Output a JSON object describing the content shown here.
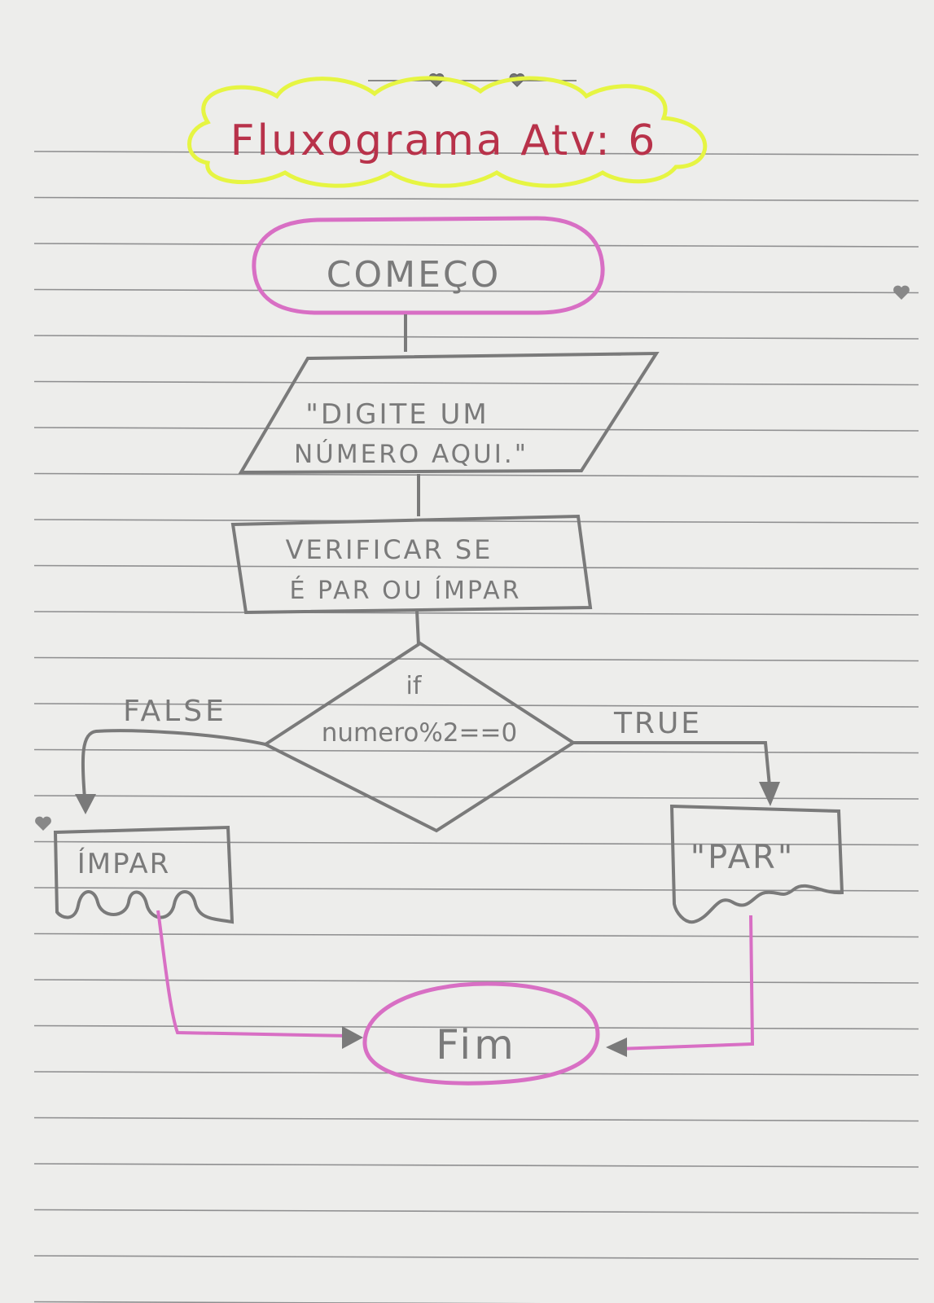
{
  "title": "Fluxograma Atv: 6",
  "nodes": {
    "start": "COMEÇO",
    "input_line1": "\"DIGITE UM",
    "input_line2": "NÚMERO AQUI.\"",
    "process_line1": "VERIFICAR SE",
    "process_line2": "É PAR OU ÍMPAR",
    "decision_line1": "if",
    "decision_line2": "numero%2==0",
    "false_label": "FALSE",
    "true_label": "TRUE",
    "output_false": "ÍMPAR",
    "output_true": "\"PAR\"",
    "end": "Fim"
  },
  "colors": {
    "paper": "#ededeb",
    "rule": "#8f8f90",
    "pencil": "#7a7a7a",
    "pink": "#d86fc4",
    "pink_dark": "#b0477f",
    "highlighter": "#e6f542",
    "title_ink": "#b8324a"
  }
}
